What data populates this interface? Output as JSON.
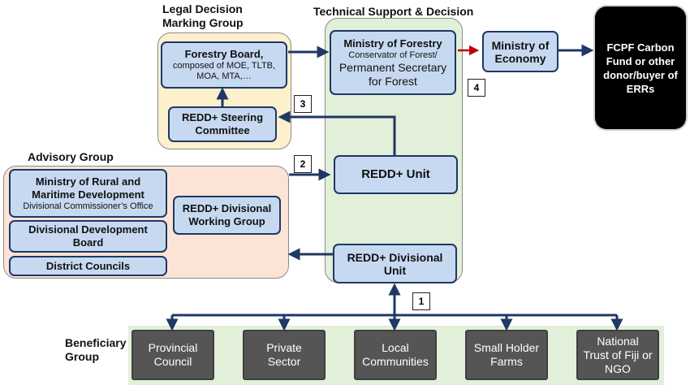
{
  "groups": {
    "legal": "Legal Decision Marking Group",
    "technical": "Technical Support & Decision",
    "advisory": "Advisory Group",
    "beneficiary": "Beneficiary Group"
  },
  "nodes": {
    "forestry_board_title": "Forestry Board,",
    "forestry_board_sub": "composed of MOE, TLTB, MOA, MTA,…",
    "steering_committee": "REDD+ Steering Committee",
    "ministry_forestry_title": "Ministry of Forestry",
    "ministry_forestry_sub": "Conservator of Forest/",
    "ministry_forestry_big": "Permanent Secretary for Forest",
    "ministry_economy": "Ministry of Economy",
    "fcpf": "FCPF Carbon Fund or other donor/buyer of ERRs",
    "redd_unit": "REDD+ Unit",
    "redd_divisional_unit": "REDD+ Divisional Unit",
    "ministry_rural_title": "Ministry of Rural and Maritime Development",
    "ministry_rural_sub": "Divisional Commissioner’s Office",
    "divisional_dev_board": "Divisional Development Board",
    "district_councils": "District Councils",
    "divisional_working_group": "REDD+ Divisional Working Group"
  },
  "beneficiaries": [
    "Provincial Council",
    "Private Sector",
    "Local Communities",
    "Small Holder Farms",
    "National Trust of Fiji or NGO"
  ],
  "steps": [
    "1",
    "2",
    "3",
    "4"
  ],
  "colors": {
    "node_fill": "#c6d9f1",
    "node_border": "#1f3864",
    "arrow": "#1f3864",
    "arrow_red": "#c00000",
    "legal_region": "#fdf0cc",
    "technical_region": "#e2efd9",
    "advisory_region": "#fbe4d5",
    "beneficiary_region": "#e2efd9",
    "beneficiary_box": "#555555"
  }
}
